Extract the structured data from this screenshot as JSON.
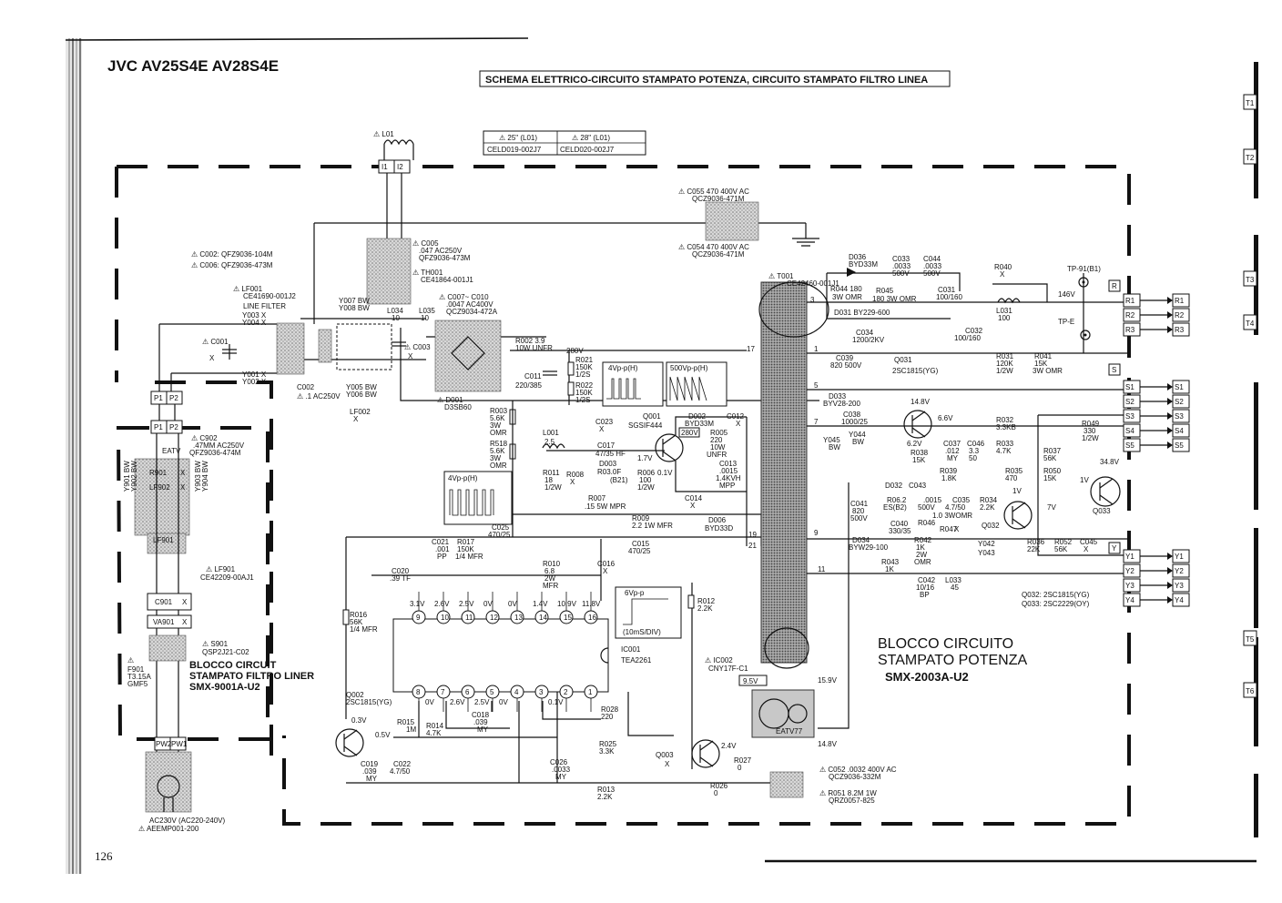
{
  "header": {
    "model": "JVC AV25S4E AV28S4E",
    "title": "SCHEMA ELETTRICO-CIRCUITO STAMPATO POTENZA, CIRCUITO STAMPATO FILTRO LINEA",
    "page_number": "126"
  },
  "coil_table": {
    "col1_head": "⚠ 25\" (L01)",
    "col2_head": "⚠ 28\" (L01)",
    "col1_value": "CELD019-002J7",
    "col2_value": "CELD020-002J7"
  },
  "blocks": {
    "power_line1": "BLOCCO CIRCUITO",
    "power_line2": "STAMPATO POTENZA",
    "power_part": "SMX-2003A-U2",
    "filter_line1": "BLOCCO CIRCUIT",
    "filter_line2": "STAMPATO FILTRO LINER",
    "filter_part": "SMX-9001A-U2"
  },
  "side_tabs": [
    "T1",
    "T2",
    "T3",
    "T4",
    "T5",
    "T6"
  ],
  "connectors": {
    "R": [
      "R1",
      "R2",
      "R3"
    ],
    "S": [
      "S1",
      "S2",
      "S3",
      "S4",
      "S5"
    ],
    "Y": [
      "Y1",
      "Y2",
      "Y3",
      "Y4"
    ],
    "R_tag": "R",
    "S_tag": "S",
    "Y_tag": "Y",
    "P": [
      "P1",
      "P2"
    ],
    "PW": [
      "PW2",
      "PW1"
    ],
    "I": [
      "I1",
      "I2"
    ]
  },
  "ic001": {
    "name": "IC001",
    "part": "TEA2261",
    "top_pins": [
      "9",
      "10",
      "11",
      "12",
      "13",
      "14",
      "15",
      "16"
    ],
    "bottom_pins": [
      "8",
      "7",
      "6",
      "5",
      "4",
      "3",
      "2",
      "1"
    ],
    "top_volts": [
      "3.1V",
      "2.6V",
      "2.5V",
      "0V",
      "0V",
      "1.4V",
      "10.9V",
      "11.8V"
    ],
    "bottom_volts": [
      "0V",
      "2.6V",
      "2.5V",
      "0V",
      "0.1V"
    ]
  },
  "waveforms": [
    {
      "label": "4Vp-p(H)"
    },
    {
      "label": "500Vp-p(H)"
    },
    {
      "label": "4Vp-p(H)"
    },
    {
      "label": "6Vp-p",
      "note": "(10mS/DIV)"
    }
  ],
  "labels": {
    "l01": "⚠ L01",
    "c055": "⚠ C055 470  400V AC",
    "c055_part": "QCZ9036-471M",
    "c054": "⚠ C054 470  400V AC",
    "c054_part": "QCZ9036-471M",
    "c002": "⚠ C002: QFZ9036-104M",
    "c006": "⚠ C006: QFZ9036-473M",
    "c005": "⚠ C005",
    "c005_val": ".047  AC250V",
    "c005_part": "QFZ9036-473M",
    "th001": "⚠ TH001",
    "th001_part": "CE41864-001J1",
    "c007": "⚠ C007~ C010",
    "c007_val": ".0047  AC400V",
    "c007_part": "QCZ9034-472A",
    "lf001": "⚠ LF001",
    "lf001_part": "CE41690-001J2",
    "line_filter": "LINE FILTER",
    "y007": "Y007 BW",
    "y008": "Y008 BW",
    "y003": "Y003 X",
    "y004": "Y004 X",
    "y001": "Y001 X",
    "y002": "Y002 X",
    "y005": "Y005 BW",
    "y006": "Y006 BW",
    "l034": "L034",
    "l034_v": "10",
    "l035": "L035",
    "l035_v": "10",
    "c001": "⚠ C001",
    "c001_v": "X",
    "c003": "⚠ C003",
    "c003_v": "X",
    "c002b": "C002",
    "c002b_v": "⚠ .1 AC250V",
    "lf002": "LF002",
    "lf002_v": "X",
    "d001": "⚠ D001",
    "d001_part": "D3SB60",
    "r002": "R002  3.9",
    "r002_v": "10W UNFR",
    "v280": "280V",
    "r021": "R021",
    "r021_v": "150K",
    "r021_w": "1/2S",
    "c011": "C011",
    "c011_v": "220/385",
    "r022": "R022",
    "r022_v": "150K",
    "r022_w": "1/2S",
    "r003": "R003",
    "r003_v": "5.6K",
    "r003_w": "3W",
    "r003_t": "OMR",
    "r518": "R518",
    "r518_v": "5.6K",
    "r518_w": "3W",
    "r518_t": "OMR",
    "l001": "L001",
    "l001_v": "2.5",
    "c023": "C023",
    "c023_v": "X",
    "c017": "C017",
    "c017_v": "47/35 HF",
    "q001": "Q001",
    "q001_part": "SGSIF444",
    "v17": "1.7V",
    "v01": "0.1V",
    "d002": "D002",
    "d002_part": "BYD33M",
    "v280b": "280V",
    "r005": "R005",
    "r005_v": "220",
    "r005_w": "10W",
    "r005_t": "UNFR",
    "c012": "C012",
    "c012_v": "X",
    "c013": "C013",
    "c013_v": ".0015",
    "c013_k": "1.4KVH",
    "c013_t": "MPP",
    "d003": "D003",
    "r003b": "R03.0F",
    "b21": "(B21)",
    "r011": "R011",
    "r011_v": "18",
    "r011_w": "1/2W",
    "r008": "R008",
    "r008_v": "X",
    "r007": "R007",
    "r007_v": ".15  5W MPR",
    "r006": "R006",
    "r006_v": "100",
    "r006_w": "1/2W",
    "c014": "C014",
    "c014_v": "X",
    "d006": "D006",
    "d006_part": "BYD33D",
    "r009": "R009",
    "r009_v": "2.2 1W MFR",
    "c015": "C015",
    "c015_v": "470/25",
    "c025": "C025",
    "c025_v": "470/25",
    "c021": "C021",
    "c021_v": ".001",
    "c021_t": "PP",
    "r017": "R017",
    "r017_v": "150K",
    "r017_w": "1/4 MFR",
    "c020": "C020",
    "c020_v": ".39 TF",
    "r010": "R010",
    "r010_v": "6.8",
    "r010_w": "2W",
    "r010_t": "MFR",
    "c016": "C016",
    "c016_v": "X",
    "r012": "R012",
    "r012_v": "2.2K",
    "r016": "R016",
    "r016_v": "56K",
    "r016_w": "1/4 MFR",
    "q002": "Q002",
    "q002_part": "2SC1815(YG)",
    "v03": "0.3V",
    "v05": "0.5V",
    "r015": "R015",
    "r015_v": "1M",
    "r014": "R014",
    "r014_v": "4.7K",
    "c018": "C018",
    "c018_v": ".039",
    "c018_t": "MY",
    "r028": "R028",
    "r028_v": "220",
    "r025": "R025",
    "r025_v": "3.3K",
    "c019": "C019",
    "c019_v": ".039",
    "c019_t": "MY",
    "c022": "C022",
    "c022_v": "4.7/50",
    "c026": "C026",
    "c026_v": ".0033",
    "c026_t": "MY",
    "r013": "R013",
    "r013_v": "2.2K",
    "q003": "Q003",
    "q003_v": "X",
    "v24": "2.4V",
    "r027": "R027",
    "r027_v": "0",
    "r026": "R026",
    "r026_v": "0",
    "ic002": "⚠ IC002",
    "ic002_part": "CNY17F-C1",
    "v95": "9.5V",
    "v159": "15.9V",
    "v148": "14.8V",
    "eatv": "EATV77",
    "c052": "⚠ C052 .0032  400V AC",
    "c052_part": "QCZ9036-332M",
    "r051": "⚠ R051 8.2M 1W",
    "r051_part": "QRZ0057-825",
    "t001": "⚠ T001",
    "t001_part": "CE42460-001J1",
    "d036": "D036",
    "d036_part": "BYD33M",
    "r044": "R044 180",
    "r044_w": "3W OMR",
    "r045": "R045",
    "r045_v": "180 3W OMR",
    "c033": "C033",
    "c033_v": ".0033",
    "c033_w": "500V",
    "c044": "C044",
    "c044_v": ".0033",
    "c044_w": "500V",
    "c031": "C031",
    "c031_v": "100/160",
    "d031": "D031 BY229-600",
    "c034": "C034",
    "c034_v": "1200/2KV",
    "r040": "R040",
    "r040_v": "X",
    "tp91": "TP-91(B1)",
    "v146": "146V",
    "l031": "L031",
    "l031_v": "100",
    "c032": "C032",
    "c032_v": "100/160",
    "tpe": "TP-E",
    "c039": "C039",
    "c039_v": "820  500V",
    "q031": "Q031",
    "q031_part": "2SC1815(YG)",
    "r031": "R031",
    "r031_v": "120K",
    "r031_w": "1/2W",
    "r041": "R041",
    "r041_v": "15K",
    "r041_w": "3W OMR",
    "d033": "D033",
    "d033_part": "BYV28-200",
    "c038": "C038",
    "c038_v": "1000/25",
    "v148b": "14.8V",
    "v66": "6.6V",
    "r032": "R032",
    "r032_v": "3.3KB",
    "r049": "R049",
    "r049_v": "330",
    "r049_w": "1/2W",
    "y045": "Y045",
    "y045_v": "BW",
    "y044": "Y044",
    "y044_v": "BW",
    "v62": "6.2V",
    "c037": "C037",
    "c037_v": ".012",
    "c037_t": "MY",
    "c046": "C046",
    "c046_v": "3.3",
    "c046_w": "50",
    "r033": "R033",
    "r033_v": "4.7K",
    "r037": "R037",
    "r037_v": "56K",
    "r038": "R038",
    "r038_v": "15K",
    "r039": "R039",
    "r039_v": "1.8K",
    "v348": "34.8V",
    "d032": "D032",
    "c043": "C043",
    "r035": "R035",
    "r035_v": "470",
    "r050": "R050",
    "r050_v": "15K",
    "v1": "1V",
    "r062": "R06.2",
    "es": "ES(B2)",
    "c041": "C041",
    "c041_v": "820",
    "c041_w": "500V",
    "c0015": ".0015",
    "c0015_w": "500V",
    "c035": "C035",
    "c035_v": "4.7/50",
    "r034": "R034",
    "r034_v": "2.2K",
    "v1b": "1V",
    "v7": "7V",
    "q033": "Q033",
    "r046": "R046",
    "r046_v": "1.0 3WOMR",
    "c040": "C040",
    "c040_v": "330/35",
    "d034": "D034",
    "d034_part": "BYW29-100",
    "r047": "R047",
    "r047_v": "X",
    "r042": "R042",
    "r042_v": "1K",
    "r042_w": "2W",
    "r042_t": "OMR",
    "q032": "Q032",
    "y042": "Y042",
    "y043": "Y043",
    "r036": "R036",
    "r036_v": "22K",
    "r052": "R052",
    "r052_v": "56K",
    "c045": "C045",
    "c045_v": "X",
    "r043": "R043",
    "r043_v": "1K",
    "c042": "C042",
    "c042_v": "10/16",
    "c042_t": "BP",
    "l033": "L033",
    "l033_v": "45",
    "q032_note": "Q032: 2SC1815(YG)",
    "q033_note": "Q033: 2SC2229(OY)",
    "c902": "⚠ C902",
    "c902_v": ".47MM AC250V",
    "c902_part": "QFZ9036-474M",
    "eatv2": "EATV",
    "r901": "R901",
    "r901_v": "X",
    "lf902": "LF902",
    "lf902_v": "X",
    "y901": "Y901 BW",
    "y902": "Y902 BW",
    "y903": "Y903 BW",
    "y904": "Y904 BW",
    "lf901": "LF901",
    "lf901b": "⚠ LF901",
    "lf901_part": "CE42209-00AJ1",
    "c901": "C901",
    "c901_v": "X",
    "va901": "VA901",
    "va901_v": "X",
    "s901": "⚠ S901",
    "s901_part": "QSP2J21-C02",
    "f901": "⚠",
    "f901_lbl": "F901",
    "f901_v": "T3.15A",
    "f901_t": "GMF5",
    "ac230": "AC230V (AC220-240V)",
    "aeemp": "⚠ AEEMP001-200",
    "pin3": "3",
    "pin17": "17",
    "pin1": "1",
    "pin5": "5",
    "pin7": "7",
    "pin19": "19",
    "pin21": "21",
    "pin9": "9",
    "pin11": "11"
  }
}
